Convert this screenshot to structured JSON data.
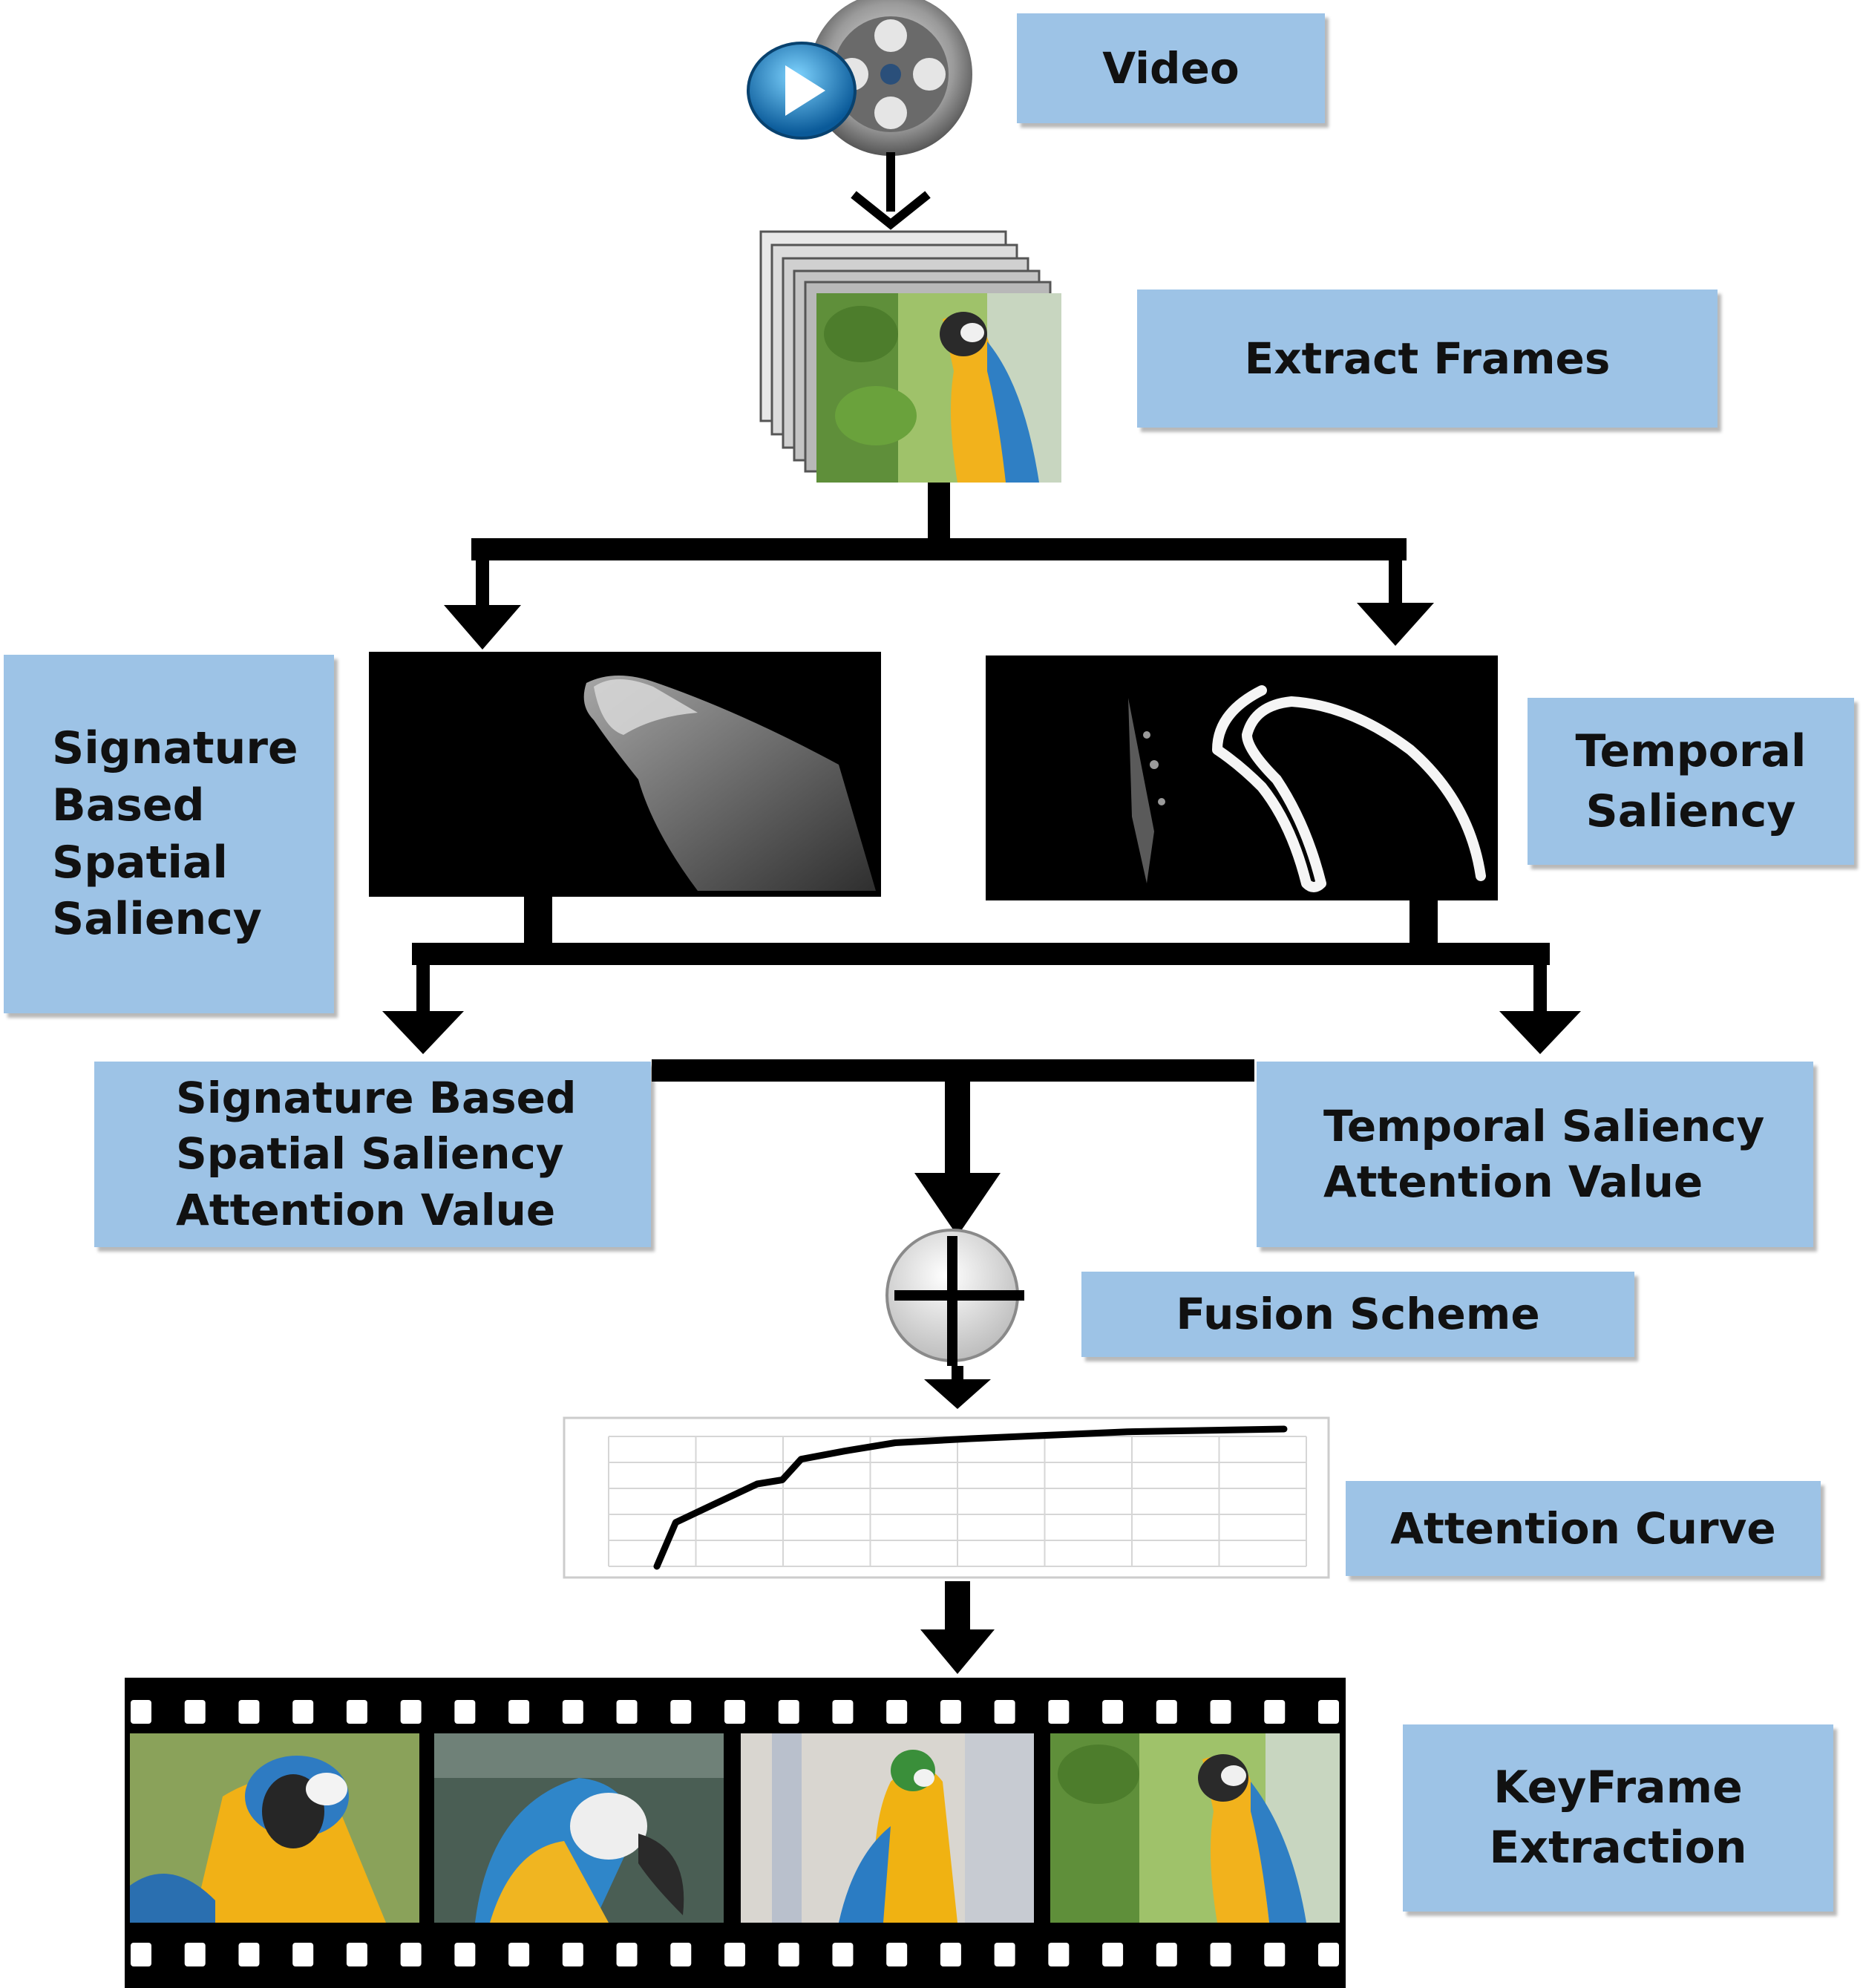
{
  "labels": {
    "video": "Video",
    "extract_frames": "Extract Frames",
    "spatial_saliency": "Signature\nBased\nSpatial\nSaliency",
    "temporal_saliency": "Temporal\nSaliency",
    "spatial_attention_value": "Signature Based\nSpatial Saliency\nAttention Value",
    "temporal_attention_value": "Temporal Saliency\nAttention Value",
    "fusion_scheme": "Fusion Scheme",
    "attention_curve": "Attention Curve",
    "keyframe_extraction": "KeyFrame\nExtraction"
  },
  "colors": {
    "label_box": "#9dc3e6",
    "arrow": "#000000",
    "film": "#000000"
  },
  "icons": [
    "video-reel-icon",
    "play-icon",
    "frames-stack-icon",
    "plus-circle-icon"
  ],
  "attention_curve_plot": {
    "type": "line",
    "note_values": [
      0.0,
      0.32,
      0.45,
      0.6,
      0.63,
      0.78,
      0.84,
      0.9,
      0.93,
      0.98,
      1.0
    ]
  },
  "keyframes": [
    "keyframe-1",
    "keyframe-2",
    "keyframe-3",
    "keyframe-4"
  ]
}
